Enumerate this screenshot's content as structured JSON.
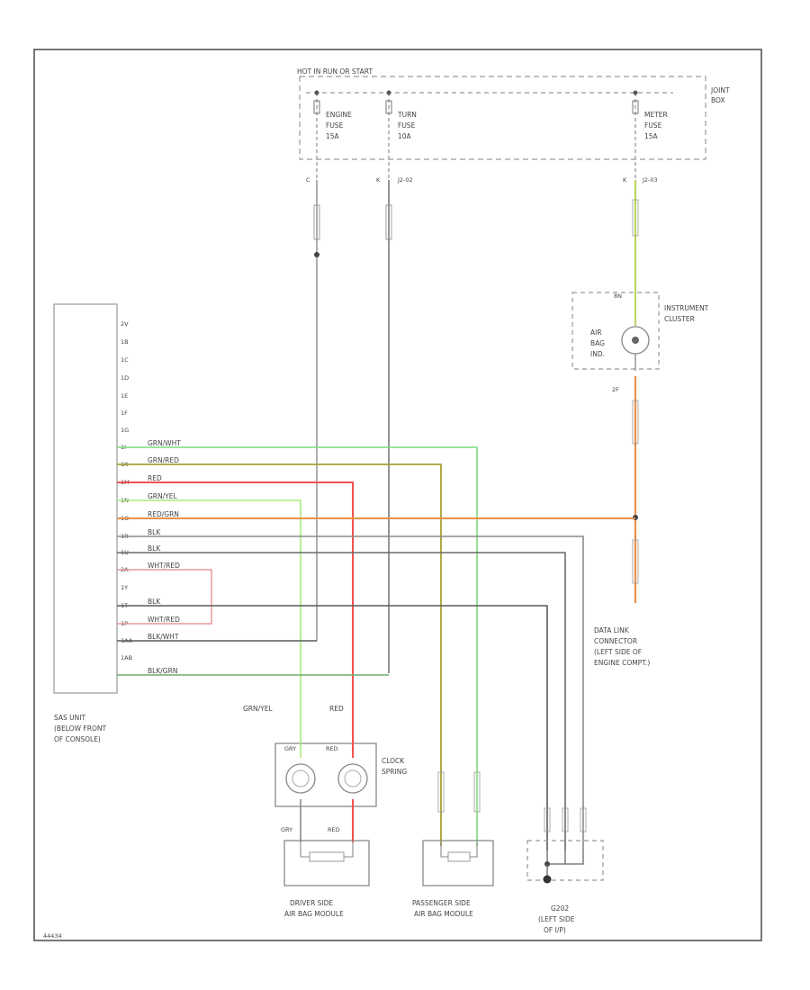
{
  "header": {
    "power_label": "HOT IN RUN OR START",
    "joint_box_label": [
      "JOINT",
      "BOX"
    ]
  },
  "fuses": [
    {
      "name": "ENGINE",
      "line2": "FUSE",
      "rating": "15A"
    },
    {
      "name": "TURN",
      "line2": "FUSE",
      "rating": "10A"
    },
    {
      "name": "METER",
      "line2": "FUSE",
      "rating": "15A"
    }
  ],
  "connector_ids": {
    "c": "C",
    "k1": "K",
    "k1_code": "J2-02",
    "k2": "K",
    "k2_code": "J2-03"
  },
  "sas_pins": [
    "2V",
    "1B",
    "1C",
    "1D",
    "1E",
    "1F",
    "1G",
    "1I",
    "1K",
    "1M",
    "1N",
    "1O",
    "1R",
    "1U",
    "2A",
    "1Y",
    "1T",
    "1P",
    "1AA",
    "1AB"
  ],
  "sas_unit_label": [
    "SAS UNIT",
    "(BELOW FRONT",
    "OF CONSOLE)"
  ],
  "wires": [
    {
      "color": "GRN/WHT",
      "hex": "#7cdc7c"
    },
    {
      "color": "GRN/RED",
      "hex": "#a8a032"
    },
    {
      "color": "RED",
      "hex": "#f25050"
    },
    {
      "color": "GRN/YEL",
      "hex": "#aaea7a"
    },
    {
      "color": "RED/GRN",
      "hex": "#e8904a"
    },
    {
      "color": "BLK",
      "hex": "#8a8a8a"
    },
    {
      "color": "BLK",
      "hex": "#5a5a5a"
    },
    {
      "color": "WHT/RED",
      "hex": "#e89898"
    },
    {
      "color": "BLK",
      "hex": "#5a5a5a"
    },
    {
      "color": "WHT/RED",
      "hex": "#e89898"
    },
    {
      "color": "BLK/WHT",
      "hex": "#5a5a5a"
    },
    {
      "color": "BLK/GRN",
      "hex": "#6dab6d"
    }
  ],
  "instrument_cluster": {
    "label": [
      "INSTRUMENT",
      "CLUSTER"
    ],
    "lamp": [
      "AIR",
      "BAG",
      "IND."
    ],
    "pin_top": "8N",
    "pin_bottom": "2F"
  },
  "data_link": [
    "DATA LINK",
    "CONNECTOR",
    "(LEFT SIDE OF",
    "ENGINE COMPT.)"
  ],
  "clock_spring": {
    "label": [
      "CLOCK",
      "SPRING"
    ],
    "top_left": "GRY",
    "top_right": "RED",
    "bottom_left": "GRY",
    "bottom_right": "RED",
    "wire_left": "GRN/YEL",
    "wire_right": "RED"
  },
  "driver_module": [
    "DRIVER SIDE",
    "AIR BAG MODULE"
  ],
  "passenger_module": [
    "PASSENGER SIDE",
    "AIR BAG MODULE"
  ],
  "ground": [
    "G202",
    "(LEFT SIDE",
    "OF I/P)"
  ],
  "colors": {
    "border": "#555555",
    "dashed": "#888888",
    "wire_gray": "#9a9a9a",
    "wire_dark": "#5a5a5a",
    "yellow_green": "#b9d65e",
    "orange": "#e8904a"
  },
  "footer_code": "44434"
}
